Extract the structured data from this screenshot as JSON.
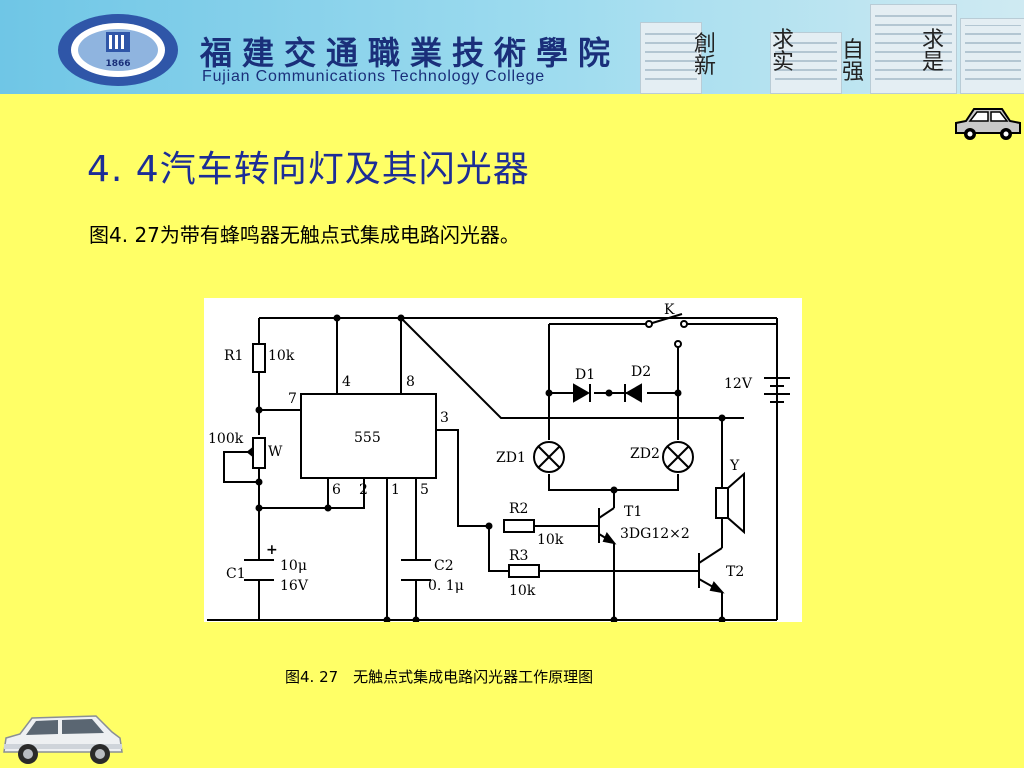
{
  "header": {
    "college_name_cn": "福建交通職業技術學院",
    "college_name_en": "Fujian Communications Technology College",
    "logo_year": "1866",
    "motto": [
      {
        "top": "創",
        "bottom": "新"
      },
      {
        "top": "求",
        "bottom": "实"
      },
      {
        "top": "自",
        "bottom": "强"
      },
      {
        "top": "求",
        "bottom": "是"
      }
    ]
  },
  "slide": {
    "title": "4. 4汽车转向灯及其闪光器",
    "description": "图4. 27为带有蜂鸣器无触点式集成电路闪光器。",
    "caption": "图4. 27　无触点式集成电路闪光器工作原理图"
  },
  "diagram": {
    "labels": {
      "r1": "R1",
      "r1_value": "10k",
      "pot_value": "100k",
      "pot": "W",
      "pin4": "4",
      "pin8": "8",
      "pin7": "7",
      "pin3": "3",
      "pin6": "6",
      "pin2": "2",
      "pin1": "1",
      "pin5": "5",
      "ic": "555",
      "k": "K",
      "d1": "D1",
      "d2": "D2",
      "battery": "12V",
      "zd1": "ZD1",
      "zd2": "ZD2",
      "buzzer": "Y",
      "r2": "R2",
      "r2_value": "10k",
      "r3": "R3",
      "r3_value": "10k",
      "t1": "T1",
      "t1_type": "3DG12×2",
      "t2": "T2",
      "c1": "C1",
      "c1_plus": "+",
      "c1_value": "10μ",
      "c1_voltage": "16V",
      "c2": "C2",
      "c2_value": "0. 1μ"
    }
  },
  "colors": {
    "background": "#ffff66",
    "title": "#1c2d97",
    "banner_text": "#1a2f7a"
  }
}
